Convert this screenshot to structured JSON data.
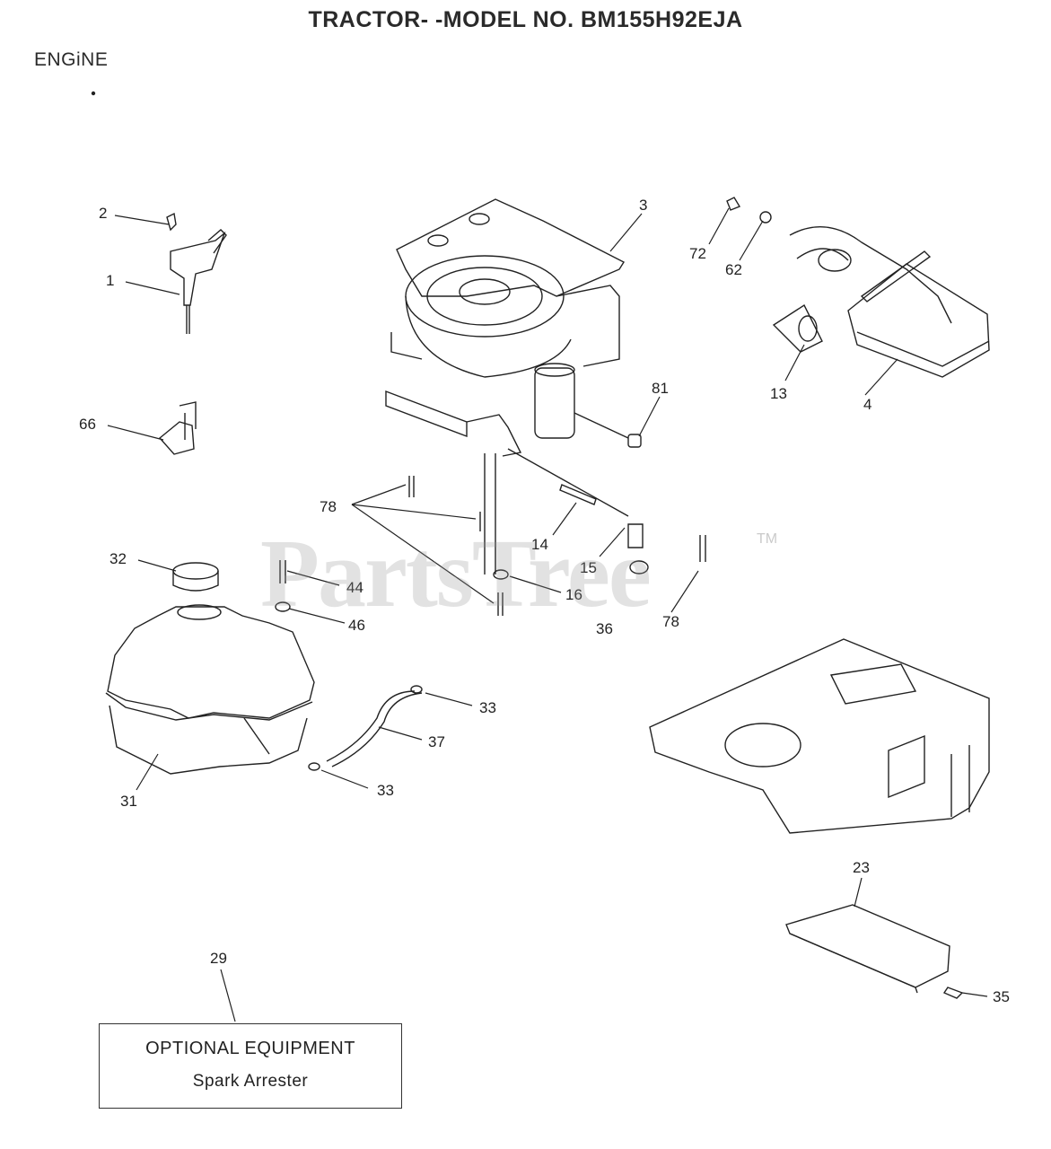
{
  "title": "TRACTOR- -MODEL NO. BM155H92EJA",
  "section_label": "ENGiNE",
  "watermark": {
    "text": "PartsTree",
    "tm": "TM"
  },
  "callouts": {
    "c1": "1",
    "c2": "2",
    "c3": "3",
    "c4": "4",
    "c13": "13",
    "c14": "14",
    "c15": "15",
    "c16": "16",
    "c23": "23",
    "c29": "29",
    "c31": "31",
    "c32": "32",
    "c33a": "33",
    "c33b": "33",
    "c35": "35",
    "c36": "36",
    "c37": "37",
    "c44": "44",
    "c46": "46",
    "c62": "62",
    "c66": "66",
    "c72": "72",
    "c78a": "78",
    "c78b": "78",
    "c81": "81"
  },
  "optional_box": {
    "title": "OPTIONAL EQUIPMENT",
    "subtitle": "Spark Arrester"
  },
  "colors": {
    "line": "#222222",
    "background": "#ffffff"
  }
}
